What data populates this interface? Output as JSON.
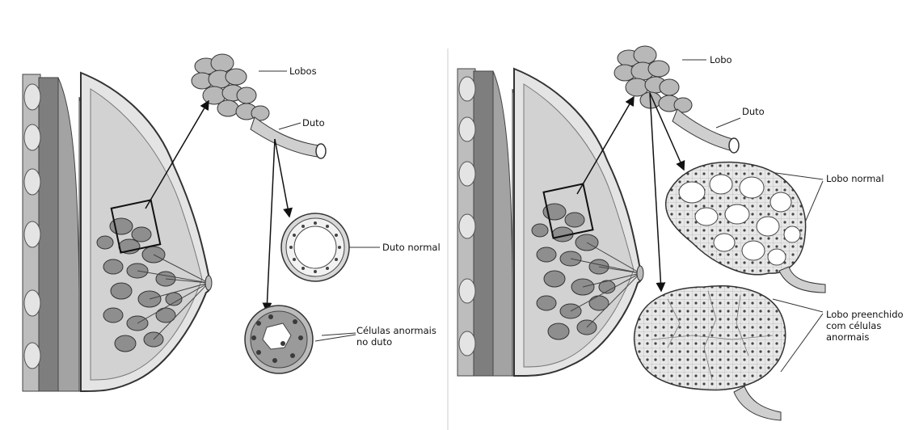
{
  "left_panel": {
    "labels": {
      "lobes": "Lobos",
      "duct": "Duto",
      "normal_duct": "Duto normal",
      "abnormal_cells_line1": "Células anormais",
      "abnormal_cells_line2": "no duto"
    }
  },
  "right_panel": {
    "labels": {
      "lobe": "Lobo",
      "duct": "Duto",
      "normal_lobe": "Lobo normal",
      "filled_lobe_line1": "Lobo preenchido",
      "filled_lobe_line2": "com células",
      "filled_lobe_line3": "anormais"
    }
  },
  "colors": {
    "tissue_fill": "#dcdcdc",
    "muscle_fill": "#9a9a9a",
    "lobule_fill": "#8f8f8f",
    "outline": "#444444",
    "abnormal_cell": "#555555"
  }
}
